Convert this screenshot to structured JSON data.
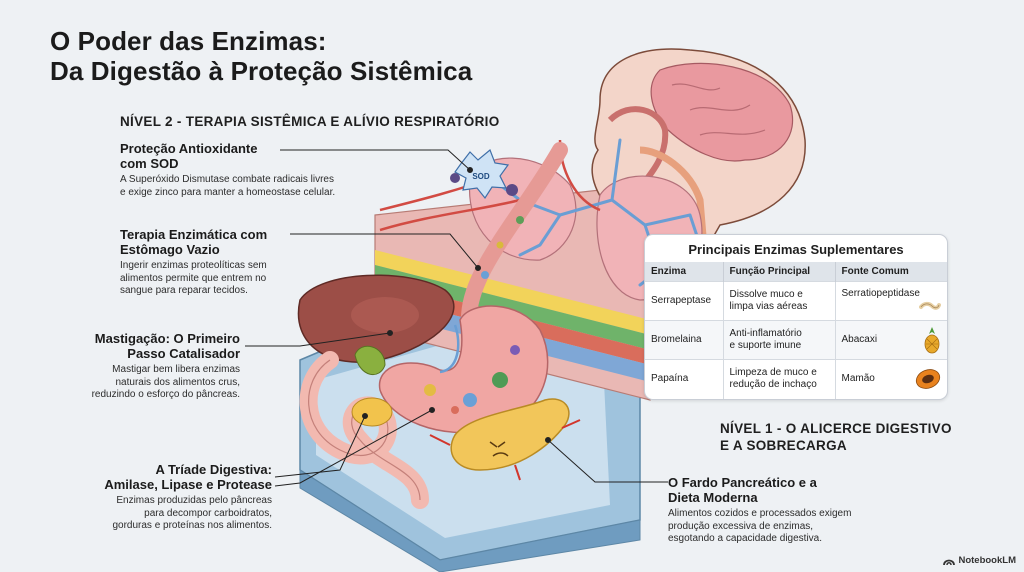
{
  "title": {
    "line1": "O Poder das Enzimas:",
    "line2": "Da Digestão à Proteção Sistêmica"
  },
  "level2": {
    "label": "NÍVEL 2 - TERAPIA SISTÊMICA E ALÍVIO RESPIRATÓRIO"
  },
  "level1": {
    "line1": "NÍVEL 1 - O ALICERCE DIGESTIVO",
    "line2": "E A SOBRECARGA"
  },
  "sod_badge": "SOD",
  "callouts": {
    "sod": {
      "heading1": "Proteção Antioxidante",
      "heading2": "com SOD",
      "text1": "A Superóxido Dismutase combate radicais livres",
      "text2": "e exige zinco para manter a homeostase celular."
    },
    "empty_stomach": {
      "heading1": "Terapia Enzimática com",
      "heading2": "Estômago Vazio",
      "text1": "Ingerir enzimas proteolíticas sem",
      "text2": "alimentos permite que entrem no",
      "text3": "sangue para reparar tecidos."
    },
    "chewing": {
      "heading1": "Mastigação: O Primeiro",
      "heading2": "Passo Catalisador",
      "text1": "Mastigar bem libera enzimas",
      "text2": "naturais dos alimentos crus,",
      "text3": "reduzindo o esforço do pâncreas."
    },
    "triad": {
      "heading1": "A Tríade Digestiva:",
      "heading2": "Amilase, Lipase e Protease",
      "text1": "Enzimas produzidas pelo pâncreas",
      "text2": "para decompor carboidratos,",
      "text3": "gorduras e proteínas nos alimentos."
    },
    "pancreas": {
      "heading1": "O Fardo Pancreático e a",
      "heading2": "Dieta Moderna",
      "text1": "Alimentos cozidos e processados exigem",
      "text2": "produção excessiva de enzimas,",
      "text3": "esgotando a capacidade digestiva."
    }
  },
  "table": {
    "title": "Principais Enzimas Suplementares",
    "headers": [
      "Enzima",
      "Função Principal",
      "Fonte Comum"
    ],
    "rows": [
      {
        "enzyme": "Serrapeptase",
        "function1": "Dissolve muco e",
        "function2": "limpa vias aéreas",
        "source": "Serratiopeptidase",
        "icon": "silkworm-icon"
      },
      {
        "enzyme": "Bromelaina",
        "function1": "Anti-inflamatório",
        "function2": "e suporte imune",
        "source": "Abacaxi",
        "icon": "pineapple-icon"
      },
      {
        "enzyme": "Papaína",
        "function1": "Limpeza de muco e",
        "function2": "redução de inchaço",
        "source": "Mamão",
        "icon": "papaya-icon"
      }
    ]
  },
  "branding": {
    "logo_text": "NotebookLM"
  }
}
